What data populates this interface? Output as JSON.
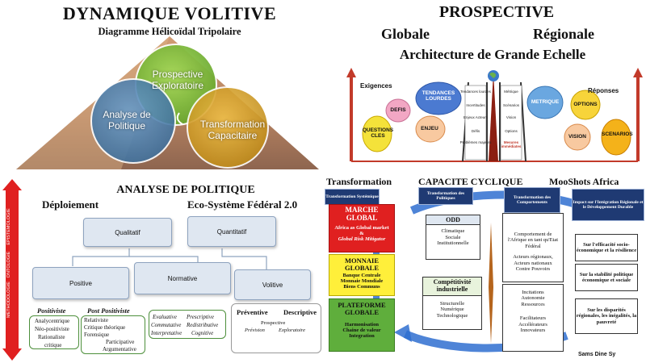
{
  "dynamique": {
    "title": "DYNAMIQUE VOLITIVE",
    "subtitle": "Diagramme Hélicoïdal Tripolaire",
    "circles": {
      "top": "Prospective Exploratoire",
      "left": "Analyse de Politique",
      "right": "Transformation Capacitaire"
    }
  },
  "prospective": {
    "title": "PROSPECTIVE",
    "globale": "Globale",
    "regionale": "Régionale",
    "architecture": "Architecture de Grande Echelle",
    "exigences": "Exigences",
    "reponses": "Réponses",
    "left_bubbles": [
      "QUESTIONS CLES",
      "DEFIS",
      "ENJEU",
      "TENDANCES LOURDES"
    ],
    "right_bubbles": [
      "METRIQUE",
      "OPTIONS",
      "VISION",
      "SCENARIOS"
    ],
    "left_ladder": [
      "Tendances lourdes",
      "Incertitudes",
      "Enjeux Acteurs",
      "Défis",
      "Problèmes majeurs"
    ],
    "right_ladder": [
      "Métrique",
      "Scénarios",
      "Vision",
      "Options",
      "Mesures immédiates"
    ]
  },
  "analyse": {
    "title": "ANALYSE DE POLITIQUE",
    "left_label": "Déploiement",
    "right_label": "Eco-Système Fédéral 2.0",
    "side_bar": [
      "METHODOLOGIE",
      "ONTOLOGIE",
      "EPISTEMOLOGIE"
    ],
    "boxes": {
      "qualitatif": "Qualitatif",
      "quantitatif": "Quantitatif",
      "positive": "Positive",
      "normative": "Normative",
      "volitive": "Volitive"
    },
    "positiviste": {
      "heading": "Positiviste",
      "items": [
        "Analycentrique",
        "Néo-positiviste",
        "Rationaliste",
        "critique"
      ]
    },
    "post_positiviste": {
      "heading": "Post Positiviste",
      "items": [
        "Relativiste",
        "Critique théorique",
        "Forensique",
        "Participative",
        "Argumentative"
      ]
    },
    "normative_list": [
      "Evaluative",
      "Prescriptive",
      "Commutative",
      "Redistributive",
      "Interpretative",
      "Cognitive"
    ],
    "volitive_list": [
      "Préventive",
      "Descriptive",
      "Prospective",
      "Prévision",
      "Exploratoire"
    ]
  },
  "capacite": {
    "transformation": "Transformation",
    "title": "CAPACITE CYCLIQUE",
    "moonshots": "MooShots Africa",
    "tabs": [
      "Transformation Systémique",
      "Transformation des Politiques",
      "Transformation des Comportements",
      "Impact sur l'Intégration Régionale et le Développement Durable"
    ],
    "marche": {
      "title": "MARCHE GLOBAL",
      "lines": [
        "Africa as Global market",
        "&",
        "Global Risk Mitigator"
      ]
    },
    "monnaie": {
      "title": "MONNAIE GLOBALE",
      "lines": [
        "Banque Centrale",
        "Monnaie Mondiale",
        "Biens Communs"
      ]
    },
    "plateforme": {
      "title": "PLATEFORME GLOBALE",
      "lines": [
        "Harmonisation",
        "Chaine de valeur",
        "Integration"
      ]
    },
    "odd": {
      "title": "ODD",
      "lines": [
        "Climatique",
        "Sociale",
        "Institutionnelle"
      ]
    },
    "competitivite": {
      "title": "Compétitivité industrielle",
      "lines": [
        "Structurelle",
        "Numérique",
        "Technologique"
      ]
    },
    "comportement": {
      "top": [
        "Comportement de l'Afrique en tant qu'Etat Fédéral",
        "Acteurs régionaux, Acteurs nationaux",
        "Contre Pouvoirs"
      ],
      "bottom": [
        "Incitations",
        "Autonomie",
        "Ressources",
        "Facilitateurs",
        "Accélérateurs",
        "Innovateurs"
      ]
    },
    "impacts": [
      "Sur l'efficacité socio-économique et la résilience",
      "Sur la stabilité politique économique et sociale",
      "Sur les disparités régionales, les inégalités, la pauvreté"
    ],
    "author": "Sams Dine  Sy"
  },
  "colors": {
    "navy": "#1f3a73",
    "red": "#e02020",
    "yellow": "#ffef3a",
    "green": "#5fae3c",
    "blue_arrow": "#2f6fd0",
    "circle_green": "#7fbf3a",
    "circle_blue": "#4a7fb0",
    "circle_gold": "#d9a21b"
  }
}
